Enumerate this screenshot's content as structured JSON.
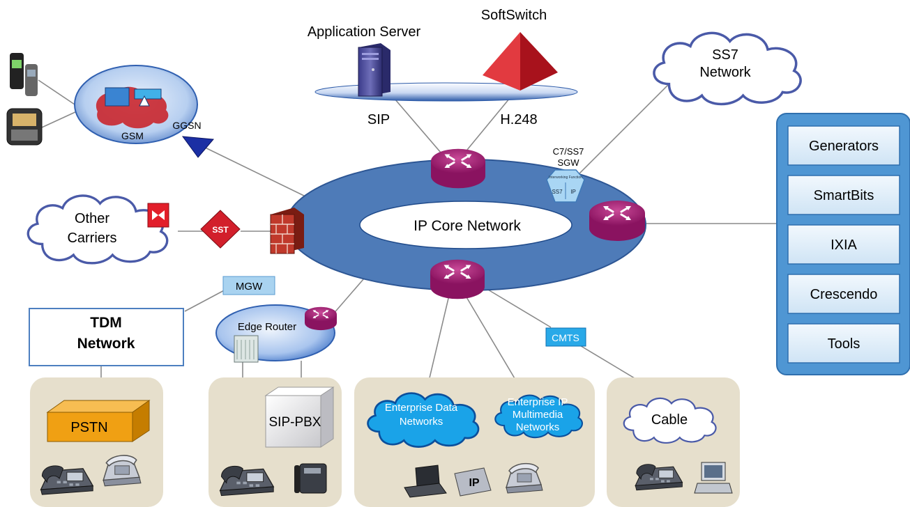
{
  "labels": {
    "application_server": "Application Server",
    "softswitch": "SoftSwitch",
    "sip": "SIP",
    "h248": "H.248",
    "ss7_line1": "SS7",
    "ss7_line2": "Network",
    "gsm": "GSM",
    "ggsn": "GGSN",
    "sgw_line1": "C7/SS7",
    "sgw_line2": "SGW",
    "sgw_inner_left": "SS7",
    "sgw_inner_right": "IP",
    "sgw_inner_top": "Interworking Function",
    "ip_core": "IP Core Network",
    "other_carriers_line1": "Other",
    "other_carriers_line2": "Carriers",
    "sst": "SST",
    "mgw": "MGW",
    "tdm_line1": "TDM",
    "tdm_line2": "Network",
    "edge_router": "Edge Router",
    "sip_pbx": "SIP-PBX",
    "pstn": "PSTN",
    "cmts": "CMTS",
    "enterprise_data_line1": "Enterprise Data",
    "enterprise_data_line2": "Networks",
    "enterprise_ip_line1": "Enterprise IP",
    "enterprise_ip_line2": "Multimedia",
    "enterprise_ip_line3": "Networks",
    "cable": "Cable",
    "ip_phone_badge": "IP"
  },
  "tools_panel": {
    "items": [
      "Generators",
      "SmartBits",
      "IXIA",
      "Crescendo",
      "Tools"
    ]
  },
  "colors": {
    "core_ring": "#4e7bb8",
    "router": "#a0186e",
    "cloud_blue": "#1aa3e8",
    "tools_panel": "#4f96d3",
    "tools_button": "#dcecf8",
    "beige_panel": "#e6dfcc",
    "pstn_box": "#f0a013",
    "softswitch": "#d4202c",
    "cmts_badge": "#29a9e8",
    "mgw_badge": "#a9d3f0"
  }
}
